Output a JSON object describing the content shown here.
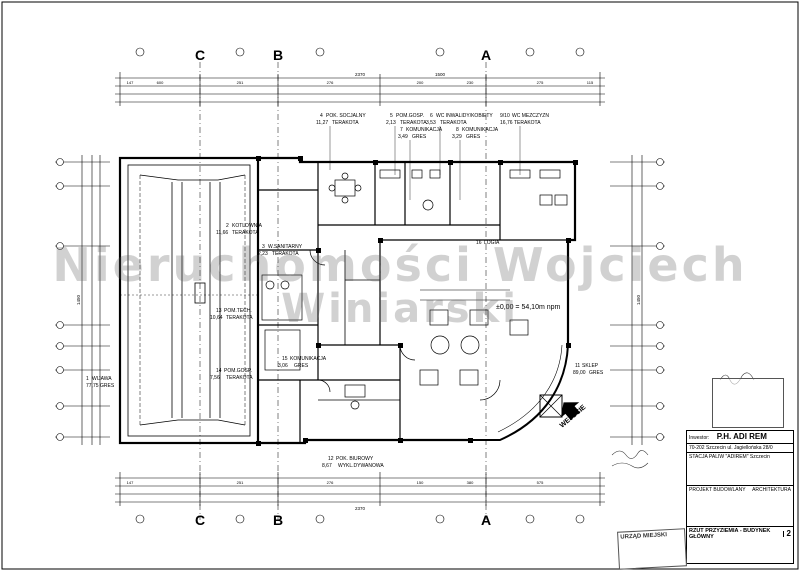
{
  "axes": {
    "top": [
      "C",
      "B",
      "A"
    ],
    "bottom": [
      "C",
      "B",
      "A"
    ]
  },
  "dimensions": {
    "overall": "2370",
    "partial": "1500",
    "segments_top": [
      "147",
      "600",
      "251",
      "276",
      "200",
      "230",
      "275",
      "115"
    ],
    "segments_bottom": [
      "147",
      "251",
      "276",
      "150",
      "380",
      "575"
    ],
    "left_total": "1450",
    "right_total": "1450"
  },
  "rooms": [
    {
      "no": "4",
      "name": "POK. SOCJALNY",
      "area": "11,27",
      "floor": "TERAKOTA"
    },
    {
      "no": "5",
      "name": "POM.GOSP.",
      "area": "2,13",
      "floor": "TERAKOTA"
    },
    {
      "no": "6",
      "name": "WC INWALIDY/KOBIETY",
      "area": "3,53",
      "floor": "TERAKOTA"
    },
    {
      "no": "9/10",
      "name": "WC MEZCZYZN",
      "area": "16,76",
      "floor": "TERAKOTA"
    },
    {
      "no": "7",
      "name": "KOMUNIKACJA",
      "area": "3,49",
      "floor": "GRES"
    },
    {
      "no": "8",
      "name": "KOMUNIKACJA",
      "area": "3,29",
      "floor": "GRES"
    },
    {
      "no": "2",
      "name": "KOTLOWNIA",
      "area": "11,66",
      "floor": "TERAKOTA"
    },
    {
      "no": "3",
      "name": "W.SANITARNY",
      "area": "2,23",
      "floor": "TERAKOTA"
    },
    {
      "no": "13",
      "name": "POM.TECH.",
      "area": "10,64",
      "floor": "TERAKOTA"
    },
    {
      "no": "14",
      "name": "POM.GOSP.",
      "area": "7,56",
      "floor": "TERAKOTA"
    },
    {
      "no": "15",
      "name": "KOMUNIKACJA",
      "area": "3,06",
      "floor": "GRES"
    },
    {
      "no": "1",
      "name": "WIJAWA",
      "area": "77,75",
      "floor": "GRES"
    },
    {
      "no": "12",
      "name": "POK. BIUROWY",
      "area": "8,67",
      "floor": "WYKL.DYWANOWA"
    },
    {
      "no": "11",
      "name": "SKLEP",
      "area": "89,00",
      "floor": "GRES"
    },
    {
      "no": "16",
      "name": "LOGIA",
      "area": "",
      "floor": ""
    }
  ],
  "floor_level": "±0,00 = 54,10m npm",
  "entrance_label": "WEJŚCIE",
  "watermark": {
    "line1": "Nieruchomości Wojciech",
    "line2": "Winiarski"
  },
  "title_block": {
    "investor_label": "Inwestor:",
    "investor": "P.H. ADI REM",
    "address": "70-202 Szczecin ul. Jagiellońska 28/0",
    "project": "PROJEKT BUDOWLANY",
    "section": "ARCHITEKTURA",
    "drawing_title": "RZUT PRZYZIEMIA - BUDYNEK GŁÓWNY",
    "sheet_no": "2",
    "object": "STACJA PALIW \"ADIREM\" Szczecin"
  },
  "stamp_text": "URZĄD MIEJSKI"
}
